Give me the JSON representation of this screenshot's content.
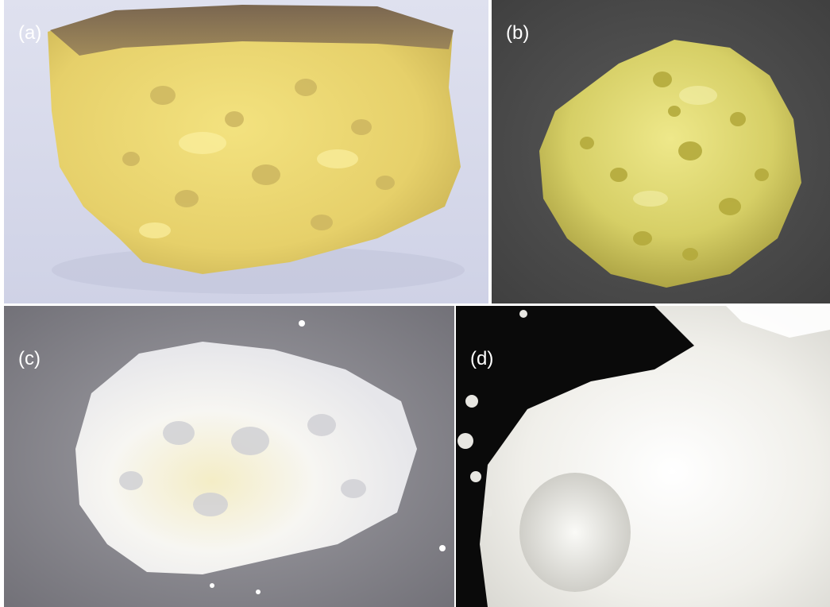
{
  "panels": [
    {
      "id": "a",
      "label": "(a)",
      "sample_color": "#e9d777",
      "background": "#d9dbea"
    },
    {
      "id": "b",
      "label": "(b)",
      "sample_color": "#dcd56c",
      "background": "#4d4d4d"
    },
    {
      "id": "c",
      "label": "(c)",
      "sample_color": "#f5f4f0",
      "background": "#8e8d93"
    },
    {
      "id": "d",
      "label": "(d)",
      "sample_color": "#f1f0ea",
      "background": "#0a0a0a"
    }
  ]
}
